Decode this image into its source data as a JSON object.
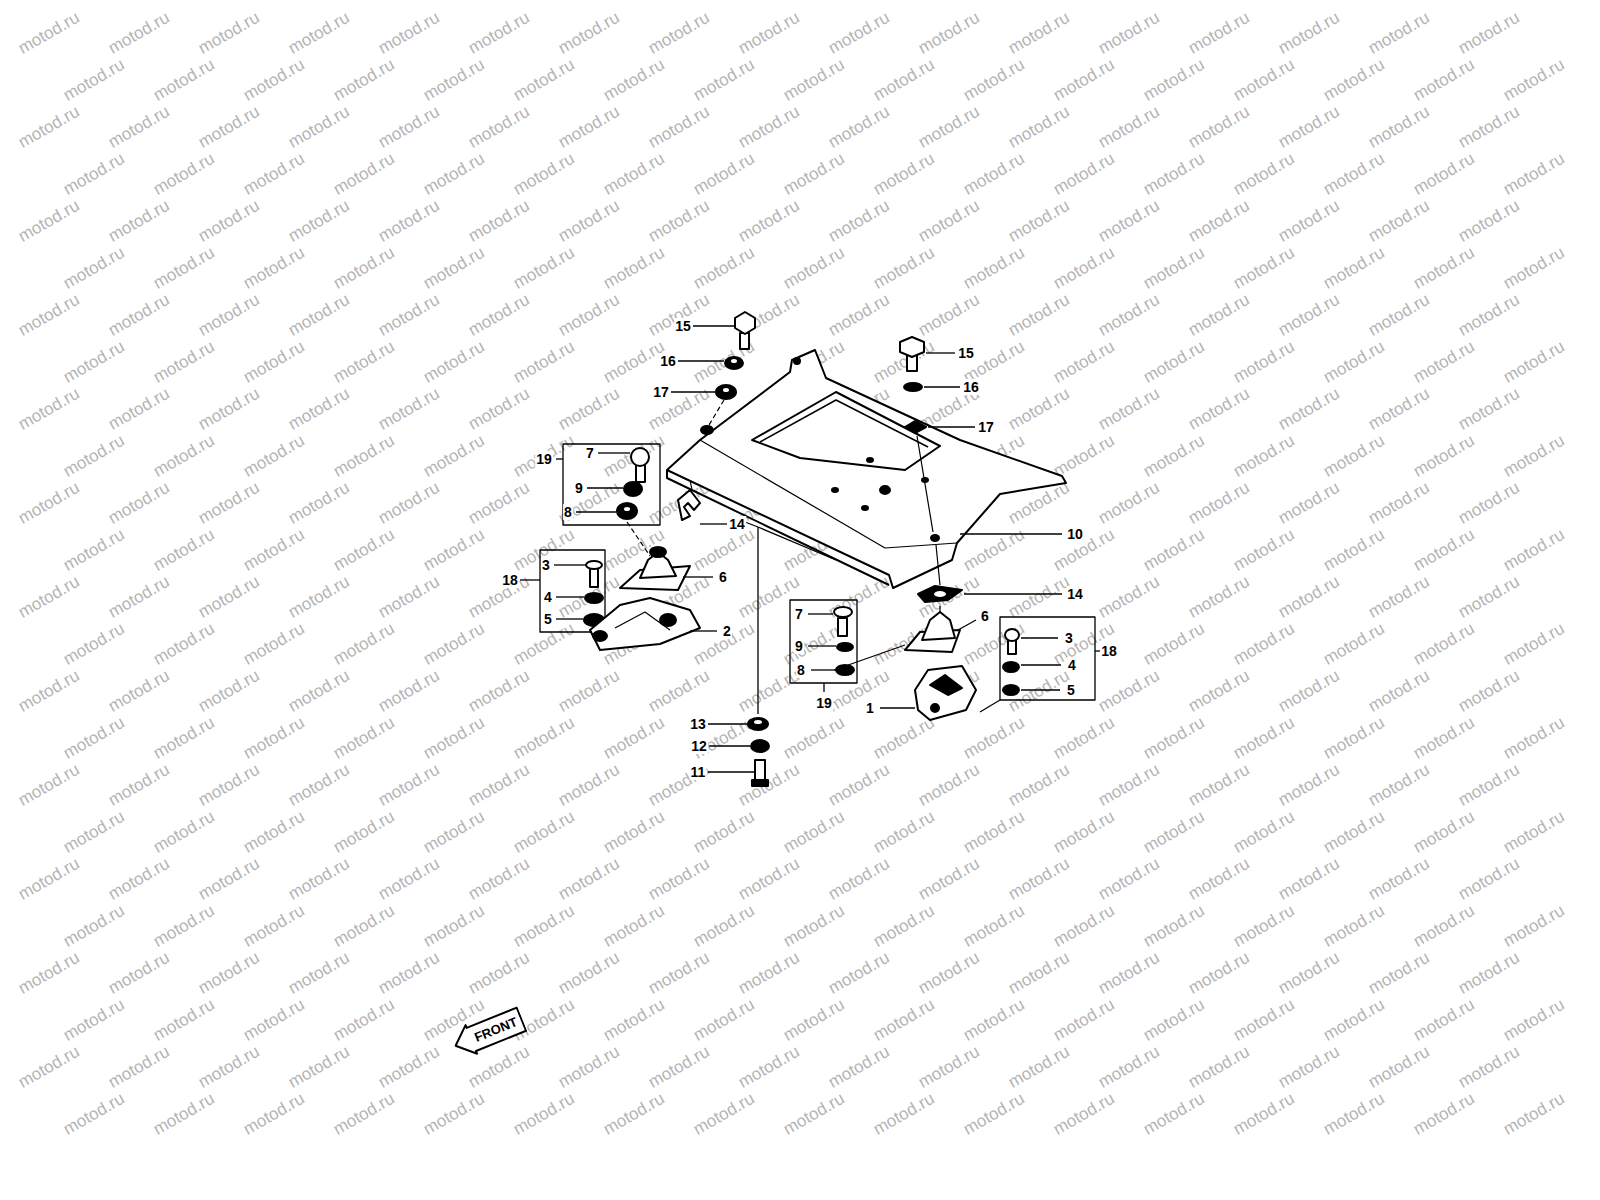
{
  "diagram": {
    "nodes": [
      {
        "text": [
          "FRONT"
        ]
      }
    ],
    "labels": [
      "15",
      "16",
      "17",
      "19",
      "7",
      "9",
      "8",
      "14",
      "18",
      "3",
      "4",
      "5",
      "6",
      "2",
      "15",
      "16",
      "17",
      "10",
      "14",
      "6",
      "3",
      "18",
      "4",
      "5",
      "7",
      "9",
      "8",
      "19",
      "1",
      "13",
      "12",
      "11",
      "motod.ru",
      "motod.ru",
      "motod.ru",
      "motod.ru",
      "motod.ru",
      "motod.ru",
      "motod.ru",
      "motod.ru",
      "motod.ru",
      "motod.ru",
      "motod.ru",
      "motod.ru",
      "motod.ru",
      "motod.ru",
      "motod.ru",
      "motod.ru",
      "motod.ru",
      "motod.ru",
      "motod.ru",
      "motod.ru",
      "motod.ru",
      "motod.ru",
      "motod.ru",
      "motod.ru",
      "motod.ru",
      "motod.ru",
      "motod.ru",
      "motod.ru",
      "motod.ru",
      "motod.ru",
      "motod.ru",
      "motod.ru",
      "motod.ru",
      "motod.ru",
      "motod.ru",
      "motod.ru",
      "motod.ru",
      "motod.ru",
      "motod.ru",
      "motod.ru",
      "motod.ru",
      "motod.ru",
      "motod.ru",
      "motod.ru",
      "motod.ru",
      "motod.ru",
      "motod.ru",
      "motod.ru",
      "motod.ru",
      "motod.ru",
      "motod.ru",
      "motod.ru",
      "motod.ru",
      "motod.ru",
      "motod.ru",
      "motod.ru",
      "motod.ru",
      "motod.ru",
      "motod.ru",
      "motod.ru",
      "motod.ru",
      "motod.ru",
      "motod.ru",
      "motod.ru",
      "motod.ru",
      "motod.ru",
      "motod.ru",
      "motod.ru",
      "motod.ru",
      "motod.ru",
      "motod.ru",
      "motod.ru",
      "motod.ru",
      "motod.ru",
      "motod.ru",
      "motod.ru",
      "motod.ru",
      "motod.ru",
      "motod.ru",
      "motod.ru",
      "motod.ru",
      "motod.ru",
      "motod.ru",
      "motod.ru",
      "motod.ru",
      "motod.ru",
      "motod.ru",
      "motod.ru",
      "motod.ru",
      "motod.ru",
      "motod.ru",
      "motod.ru",
      "motod.ru",
      "motod.ru",
      "motod.ru",
      "motod.ru",
      "motod.ru",
      "motod.ru",
      "motod.ru",
      "motod.ru",
      "motod.ru",
      "motod.ru",
      "motod.ru",
      "motod.ru",
      "motod.ru",
      "motod.ru",
      "motod.ru",
      "motod.ru",
      "motod.ru",
      "motod.ru",
      "motod.ru",
      "motod.ru",
      "motod.ru",
      "motod.ru",
      "motod.ru",
      "motod.ru",
      "motod.ru",
      "motod.ru",
      "motod.ru",
      "motod.ru",
      "motod.ru",
      "motod.ru",
      "motod.ru",
      "motod.ru",
      "motod.ru",
      "motod.ru",
      "motod.ru",
      "motod.ru",
      "motod.ru",
      "motod.ru",
      "motod.ru",
      "motod.ru",
      "motod.ru",
      "motod.ru",
      "motod.ru",
      "motod.ru",
      "motod.ru",
      "motod.ru",
      "motod.ru",
      "motod.ru",
      "motod.ru",
      "motod.ru",
      "motod.ru",
      "motod.ru",
      "motod.ru",
      "motod.ru",
      "motod.ru",
      "motod.ru",
      "motod.ru",
      "motod.ru",
      "motod.ru",
      "motod.ru",
      "motod.ru",
      "motod.ru",
      "motod.ru",
      "motod.ru",
      "motod.ru",
      "motod.ru",
      "motod.ru",
      "motod.ru",
      "motod.ru",
      "motod.ru",
      "motod.ru",
      "motod.ru",
      "motod.ru",
      "motod.ru",
      "motod.ru",
      "motod.ru",
      "motod.ru",
      "motod.ru",
      "motod.ru",
      "motod.ru",
      "motod.ru",
      "motod.ru",
      "motod.ru",
      "motod.ru",
      "motod.ru",
      "motod.ru",
      "motod.ru",
      "motod.ru",
      "motod.ru",
      "motod.ru",
      "motod.ru",
      "motod.ru",
      "motod.ru",
      "motod.ru",
      "motod.ru",
      "motod.ru",
      "motod.ru",
      "motod.ru",
      "motod.ru",
      "motod.ru",
      "motod.ru",
      "motod.ru",
      "motod.ru",
      "motod.ru",
      "motod.ru",
      "motod.ru",
      "motod.ru",
      "motod.ru",
      "motod.ru",
      "motod.ru",
      "motod.ru",
      "motod.ru",
      "motod.ru",
      "motod.ru",
      "motod.ru",
      "motod.ru",
      "motod.ru",
      "motod.ru",
      "motod.ru",
      "motod.ru",
      "motod.ru",
      "motod.ru",
      "motod.ru",
      "motod.ru",
      "motod.ru",
      "motod.ru",
      "motod.ru",
      "motod.ru",
      "motod.ru",
      "motod.ru",
      "motod.ru",
      "motod.ru",
      "motod.ru",
      "motod.ru",
      "motod.ru",
      "motod.ru",
      "motod.ru",
      "motod.ru",
      "motod.ru",
      "motod.ru",
      "motod.ru",
      "motod.ru",
      "motod.ru",
      "motod.ru",
      "motod.ru",
      "motod.ru",
      "motod.ru",
      "motod.ru",
      "motod.ru",
      "motod.ru",
      "motod.ru",
      "motod.ru",
      "motod.ru",
      "motod.ru",
      "motod.ru",
      "motod.ru",
      "motod.ru",
      "motod.ru",
      "motod.ru",
      "motod.ru",
      "motod.ru",
      "motod.ru",
      "motod.ru",
      "motod.ru",
      "motod.ru",
      "motod.ru",
      "motod.ru",
      "motod.ru",
      "motod.ru",
      "motod.ru",
      "motod.ru",
      "motod.ru",
      "motod.ru",
      "motod.ru",
      "motod.ru",
      "motod.ru",
      "motod.ru",
      "motod.ru",
      "motod.ru",
      "motod.ru",
      "motod.ru",
      "motod.ru",
      "motod.ru",
      "motod.ru",
      "motod.ru",
      "motod.ru",
      "motod.ru",
      "motod.ru",
      "motod.ru",
      "motod.ru",
      "motod.ru",
      "motod.ru",
      "motod.ru",
      "motod.ru",
      "motod.ru",
      "motod.ru",
      "motod.ru",
      "motod.ru",
      "motod.ru",
      "motod.ru",
      "motod.ru",
      "motod.ru",
      "motod.ru",
      "motod.ru",
      "motod.ru",
      "motod.ru",
      "motod.ru",
      "motod.ru",
      "motod.ru",
      "motod.ru",
      "motod.ru",
      "motod.ru",
      "motod.ru",
      "motod.ru",
      "motod.ru",
      "motod.ru",
      "motod.ru",
      "motod.ru",
      "motod.ru",
      "motod.ru",
      "motod.ru",
      "motod.ru",
      "motod.ru",
      "motod.ru",
      "motod.ru",
      "motod.ru",
      "motod.ru",
      "motod.ru",
      "motod.ru",
      "motod.ru",
      "motod.ru",
      "motod.ru",
      "motod.ru",
      "motod.ru",
      "motod.ru",
      "motod.ru",
      "motod.ru",
      "motod.ru",
      "motod.ru",
      "motod.ru",
      "motod.ru",
      "motod.ru",
      "motod.ru",
      "motod.ru",
      "motod.ru",
      "motod.ru",
      "motod.ru",
      "motod.ru",
      "motod.ru",
      "motod.ru",
      "motod.ru",
      "motod.ru",
      "motod.ru",
      "motod.ru",
      "motod.ru",
      "motod.ru",
      "motod.ru",
      "motod.ru",
      "motod.ru",
      "motod.ru",
      "motod.ru",
      "motod.ru",
      "motod.ru",
      "motod.ru",
      "motod.ru",
      "motod.ru",
      "motod.ru",
      "motod.ru",
      "motod.ru",
      "motod.ru",
      "motod.ru",
      "motod.ru",
      "motod.ru",
      "motod.ru",
      "motod.ru",
      "motod.ru",
      "motod.ru",
      "motod.ru",
      "motod.ru",
      "motod.ru",
      "motod.ru",
      "motod.ru",
      "motod.ru",
      "motod.ru",
      "motod.ru",
      "motod.ru",
      "motod.ru",
      "motod.ru",
      "motod.ru",
      "motod.ru",
      "motod.ru",
      "motod.ru",
      "motod.ru",
      "motod.ru",
      "motod.ru",
      "motod.ru",
      "motod.ru",
      "motod.ru",
      "motod.ru",
      "motod.ru",
      "motod.ru",
      "motod.ru",
      "motod.ru",
      "motod.ru",
      "motod.ru",
      "motod.ru",
      "motod.ru",
      "motod.ru",
      "motod.ru",
      "motod.ru",
      "motod.ru",
      "motod.ru",
      "motod.ru",
      "motod.ru",
      "motod.ru",
      "motod.ru"
    ]
  }
}
